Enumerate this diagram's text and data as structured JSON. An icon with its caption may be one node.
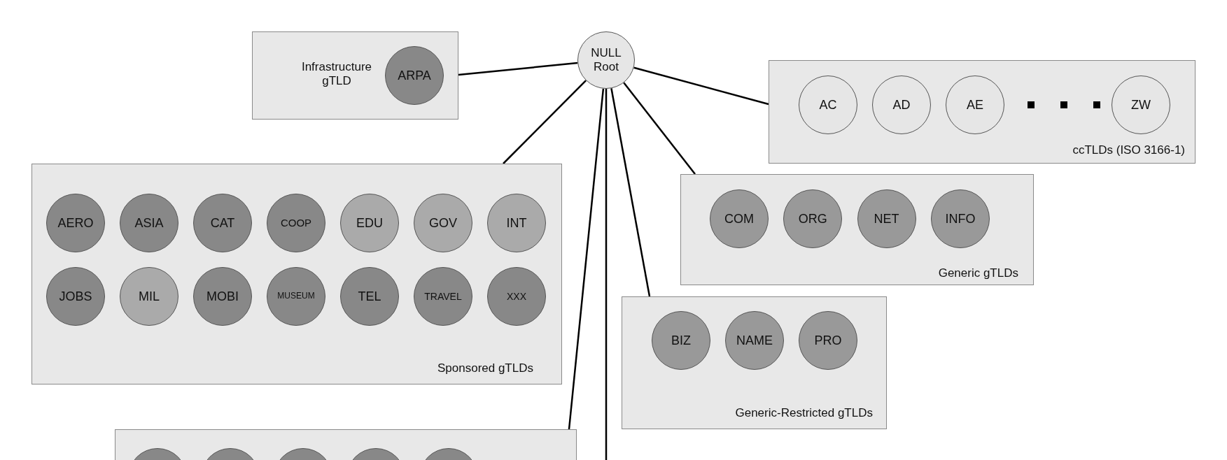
{
  "diagram": {
    "nodes": [
      {
        "text": [
          "NULL Root"
        ]
      },
      {
        "text": [
          "Infrastructure gTLD"
        ]
      },
      {
        "text": [
          "ARPA"
        ],
        "in": 1
      },
      {
        "text": [
          "ccTLDs (ISO 3166-1)"
        ]
      },
      {
        "text": [
          "AC"
        ],
        "in": 3
      },
      {
        "text": [
          "AD"
        ],
        "in": 3
      },
      {
        "text": [
          "AE"
        ],
        "in": 3
      },
      {
        "text": [
          "ZW"
        ],
        "in": 3
      },
      {
        "text": [
          "Sponsored gTLDs"
        ]
      },
      {
        "text": [
          "AERO"
        ],
        "in": 8
      },
      {
        "text": [
          "ASIA"
        ],
        "in": 8
      },
      {
        "text": [
          "CAT"
        ],
        "in": 8
      },
      {
        "text": [
          "COOP"
        ],
        "in": 8
      },
      {
        "text": [
          "EDU"
        ],
        "in": 8
      },
      {
        "text": [
          "GOV"
        ],
        "in": 8
      },
      {
        "text": [
          "INT"
        ],
        "in": 8
      },
      {
        "text": [
          "JOBS"
        ],
        "in": 8
      },
      {
        "text": [
          "MIL"
        ],
        "in": 8
      },
      {
        "text": [
          "MOBI"
        ],
        "in": 8
      },
      {
        "text": [
          "MUSEUM"
        ],
        "in": 8
      },
      {
        "text": [
          "TEL"
        ],
        "in": 8
      },
      {
        "text": [
          "TRAVEL"
        ],
        "in": 8
      },
      {
        "text": [
          "XXX"
        ],
        "in": 8
      },
      {
        "text": [
          "Generic gTLDs"
        ]
      },
      {
        "text": [
          "COM"
        ],
        "in": 23
      },
      {
        "text": [
          "ORG"
        ],
        "in": 23
      },
      {
        "text": [
          "NET"
        ],
        "in": 23
      },
      {
        "text": [
          "INFO"
        ],
        "in": 23
      },
      {
        "text": [
          "Generic-Restricted gTLDs"
        ]
      },
      {
        "text": [
          "BIZ"
        ],
        "in": 28
      },
      {
        "text": [
          "NAME"
        ],
        "in": 28
      },
      {
        "text": [
          "PRO"
        ],
        "in": 28
      },
      {
        "text": [],
        "shape": "box"
      },
      {
        "text": [],
        "shape": "circle",
        "in": 32
      },
      {
        "text": [],
        "shape": "circle",
        "in": 32
      },
      {
        "text": [],
        "shape": "circle",
        "in": 32
      },
      {
        "text": [],
        "shape": "circle",
        "in": 32
      },
      {
        "text": [],
        "shape": "circle",
        "in": 32
      }
    ],
    "edges": [
      {
        "from": 0,
        "to": 1,
        "arrow": "none"
      },
      {
        "from": 0,
        "to": 3,
        "arrow": "none"
      },
      {
        "from": 0,
        "to": 8,
        "arrow": "none"
      },
      {
        "from": 0,
        "to": 23,
        "arrow": "none"
      },
      {
        "from": 0,
        "to": 28,
        "arrow": "none"
      },
      {
        "from": 0,
        "to": 32,
        "arrow": "none"
      },
      {
        "from": 0,
        "to": null,
        "arrow": "none"
      }
    ]
  }
}
